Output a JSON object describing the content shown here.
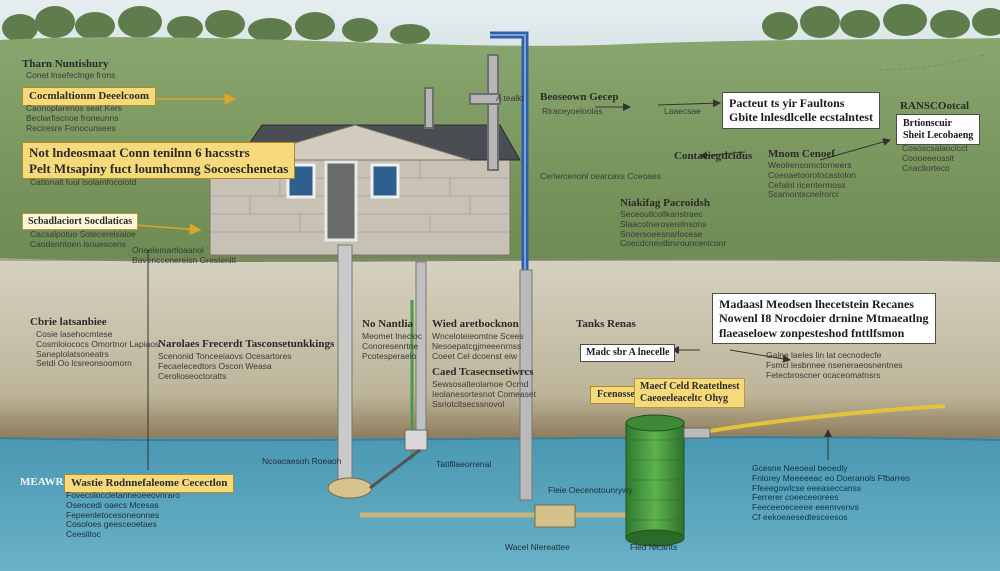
{
  "colors": {
    "sky": "#dde8ea",
    "grass": "#7f9a63",
    "soil": "#c9c4b0",
    "water": "#4f9bb4",
    "pipe_blue": "#2f5fa8",
    "tank_green": "#4a9d3e",
    "label_yellow": "#f5d97a"
  },
  "labels": {
    "top_left_title": "Tharn Nuntishury",
    "top_left_sub": "Conet lnsefeclnge frons",
    "yellow_top": "Cocmlaltionm Deeelcoom",
    "yellow_top_lines": [
      "Caonoplarenos seat Kers",
      "Beclwrfiscnoe froneunns",
      "Reciresre Fonocunsees"
    ],
    "big_left_1": "Not lndeosmaat Conn tenilnn 6 hacsstrs",
    "big_left_2": "Pelt Mtsapiny fuct loumhcmng Socoeschenetas",
    "big_left_sub": "Catlonalt fuol lsolamfocoiotd",
    "mid_left_box": "Scbadlaciort Socdlaticas",
    "mid_left_lines": [
      "Cacsalpotuo Sotecerelsaloe",
      "Caodenntoen lsouescens"
    ],
    "arrow_lines": [
      "Oneelemartloaanol",
      "Bavenccenereisn Grestenllt"
    ],
    "soil_left_title": "Cbrie latsanbiee",
    "soil_left_lines": [
      "Cosie lasehocmtese",
      "Cosmloiococs Omortnor Lapiaos",
      "Saneplolatsoneatrs",
      "Setdi Oo lcsreonsoomorn"
    ],
    "soil_center_title": "Narolaes Frecerdt Tasconsetunkkings",
    "soil_center_lines": [
      "Scenonid Tonceeiaovs Ocesartores",
      "Fecaelecedtors Oscon Weasa",
      "Cerolioseoctoratts"
    ],
    "center_no": "No Nantlia",
    "center_no_lines": [
      "Meomet Inecioc",
      "Conoresenrtne",
      "Pcotesperaelo"
    ],
    "center_wied": "Wied aretbocknon",
    "center_wied_lines": [
      "Wnceloteieomtne Scees",
      "Nesoepatcgjmeeenrnss",
      "Coeet Cel dcoenst eiw"
    ],
    "center_caed": "Caed Tcasecnsetiwrcs",
    "center_caed_lines": [
      "Sewsosalteolamoe Ocmd",
      "Ieolanesortesnot Comeaset",
      "Ssriotcltsecssnovol"
    ],
    "top_center": "Beoseown Gecep",
    "top_center_small": "Rlraceyoeloolas",
    "top_center_small2": "Laaecsae",
    "chimney_label": "A tealkt",
    "pipe_label": "Cerlercenonl oearcaxs Cceoaes",
    "right_top_box_1": "Pacteut ts yir Faultons",
    "right_top_box_2": "Gbite lnlesdlcelle ecstalntest",
    "right_top_right_title": "RANSCOotcal",
    "right_top_right_box": "Brtionscuir\nSheit Lecobaeng",
    "right_top_right_lines": [
      "Cososcsalaoclcct",
      "Coooeeeosslt",
      "Cnacltorteco"
    ],
    "right_mid_a": "Contaciegtlcidus",
    "right_mid_b": "Mnom Cenoef",
    "right_mid_b_lines": [
      "Weolrensornctorneers",
      "Coeoaetoorotocastolon",
      "Cefalnl ricentermoss",
      "Scamontscnelrorcr"
    ],
    "right_mid_c": "Niakifag Pacroidsh",
    "right_mid_c_lines": [
      "Seceoutlcollkanstraec",
      "Slaacotneroserelnsons",
      "Snoersoeesnarlocese",
      "Cnecdcneotbrsrounceniconr"
    ],
    "right_soil_title_box": "Madaasl Meodsen lhecetstein Recanes Nowenl I8 Nrocdoier drnine Mtmaeatlng flaeaseloew zonpesteshod fnttlfsmon",
    "right_soil_box_lines": [
      "Madaasl Meodsen lhecetstein Recanes",
      "Nowenl I8 Nrocdoier drnine Mtmaeatlng",
      "flaeaseloew zonpesteshod fnttlfsmon"
    ],
    "tanks_label": "Tanks Renas",
    "madc_box": "Madc sbr A lnecelle",
    "right_soil_lines": [
      "Galne laeles lin lat cecnodecfe",
      "Fsmcl lesbnnee nseneraeosnentnes",
      "Fetecbroscner ocaceomatnsrs"
    ],
    "fcenoc_box": "Fcenossetr",
    "yellow_bottom": "Maecf Celd Reatetlnest",
    "yellow_bottom_sub": "Caeoeeleaceltc Ohyg",
    "water_left_prefix": "MEAWR",
    "water_left_box": "Wastie Rodnnefaleome Cecectlon",
    "water_left_lines": [
      "Fovecoloccletanneoeeovnraro",
      "Oseocedi oaecs Mcesas",
      "Fepeenletocesoneonnes",
      "Cosoloes geesceoetaes",
      "Ceeslitoc"
    ],
    "water_center_a": "Ncoacaesoh Roeaoh",
    "water_center_b": "Tatifllaeorrenal",
    "water_center_c": "Fleie Oecenotounrywy",
    "water_bottom_a": "Wacel Nlereattee",
    "water_bottom_b": "Fled Nlcarlts",
    "water_right_lines": [
      "Gcesne Neeoeal beoedly",
      "Fnlorey Meeeeeac eo Doeranols Ffbarreo",
      "Ffeeegowlcse eeeaseccanss",
      "Ferrerer coeeceeorees",
      "Feeceeoeceeee eeemvenvs",
      "Cf eekoeaesedtesceesos"
    ]
  }
}
